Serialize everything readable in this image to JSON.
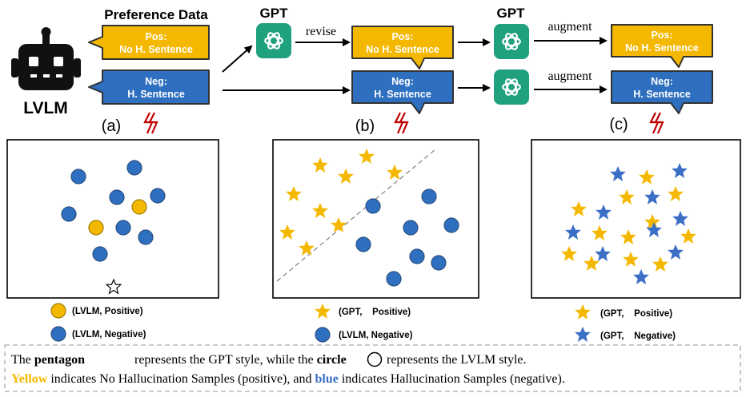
{
  "header": {
    "preference_title": "Preference Data",
    "lvlm_label": "LVLM",
    "gpt_label": "GPT",
    "revise": "revise",
    "augment": "augment"
  },
  "bubbles": {
    "pos_line1": "Pos:",
    "pos_line2": "No H. Sentence",
    "neg_line1": "Neg:",
    "neg_line2": "H. Sentence"
  },
  "panels": {
    "a": "(a)",
    "b": "(b)",
    "c": "(c)"
  },
  "legend": {
    "a_pos": "(LVLM, Positive)",
    "a_neg": "(LVLM, Negative)",
    "b_pos": "(GPT,    Positive)",
    "b_neg": "(LVLM, Negative)",
    "c_pos": "(GPT,    Positive)",
    "c_neg": "(GPT,    Negative)"
  },
  "note": {
    "l1_pre": "The ",
    "l1_pentagon": "pentagon",
    "l1_mid": " represents the GPT style, while the ",
    "l1_circle": "circle",
    "l1_post": " represents the LVLM style.",
    "l2_yellow": "Yellow",
    "l2_mid": " indicates No Hallucination Samples (positive), and ",
    "l2_blue": "blue",
    "l2_post": " indicates Hallucination Samples (negative)."
  },
  "colors": {
    "yellow": "#F5B800",
    "blue": "#2E6FC0",
    "gpt_green": "#1FA07E"
  }
}
